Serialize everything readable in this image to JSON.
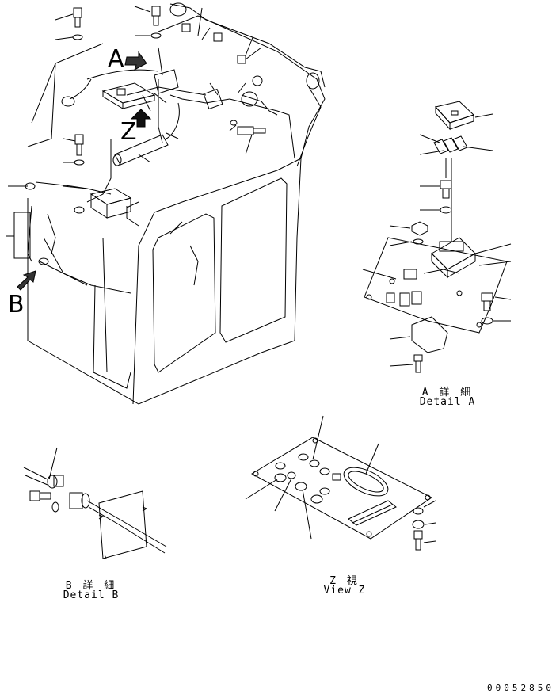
{
  "labels": {
    "view_a": "A",
    "view_z": "Z",
    "view_b": "B"
  },
  "details": {
    "a": {
      "title": "A 詳 細",
      "subtitle": "Detail A"
    },
    "b": {
      "title": "B 詳 細",
      "subtitle": "Detail B"
    },
    "z": {
      "title": "Z 視",
      "subtitle": "View Z"
    }
  },
  "drawing_number": "00052850",
  "line_color": "#000000",
  "fill_color": "#ffffff"
}
